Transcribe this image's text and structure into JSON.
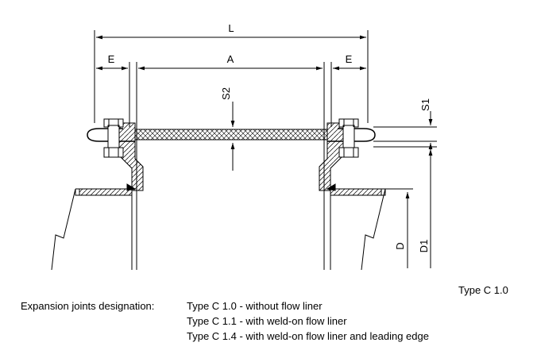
{
  "dimensions": {
    "L": "L",
    "A": "A",
    "E_left": "E",
    "E_right": "E",
    "S1": "S1",
    "S2": "S2",
    "D": "D",
    "D1": "D1"
  },
  "type_label": "Type C 1.0",
  "designation": {
    "heading": "Expansion joints designation:",
    "lines": [
      "Type C 1.0 - without flow liner",
      "Type C 1.1 - with weld-on flow liner",
      "Type C 1.4 - with weld-on flow liner and leading edge"
    ]
  }
}
